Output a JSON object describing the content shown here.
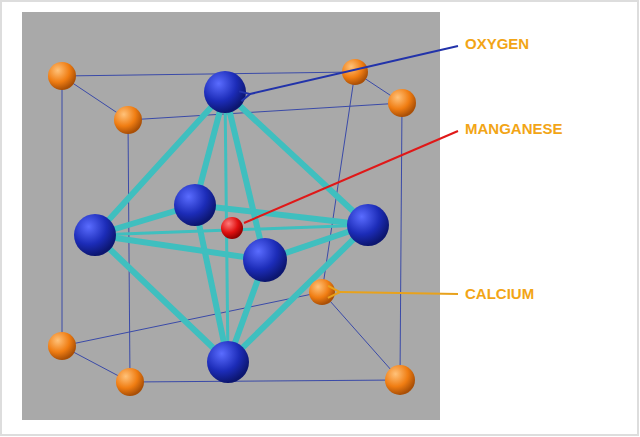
{
  "diagram": {
    "labels": [
      "OXYGEN",
      "MANGANESE",
      "CALCIUM"
    ]
  }
}
